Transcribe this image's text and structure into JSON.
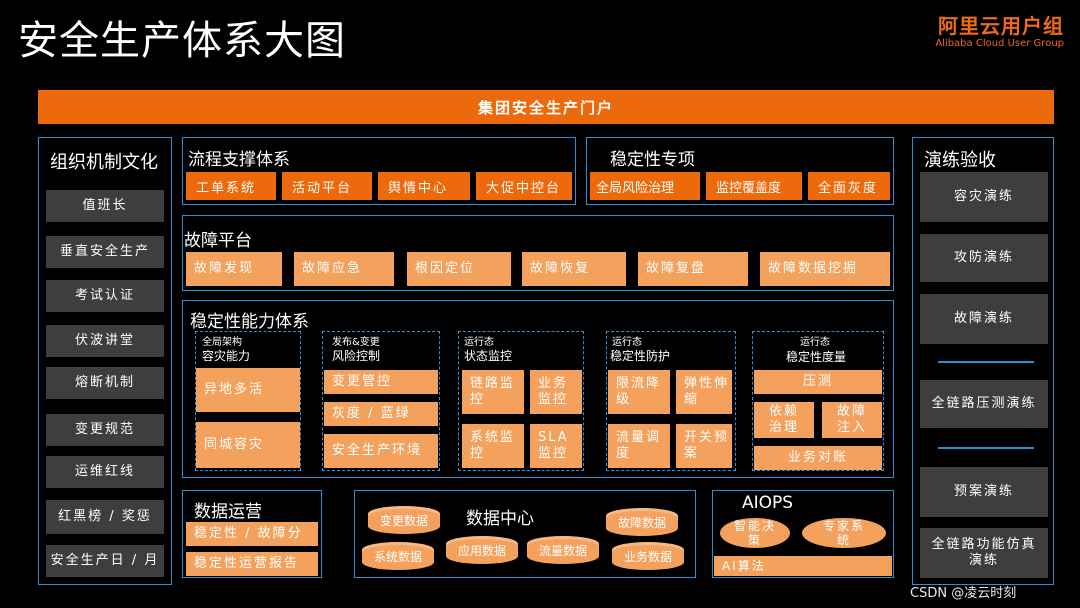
{
  "header": {
    "title": "安全生产体系大图",
    "logo_cn": "阿里云用户组",
    "logo_en": "Alibaba Cloud User Group"
  },
  "portal": "集团安全生产门户",
  "left_panel": {
    "title": "组织机制文化",
    "items": [
      "值班长",
      "垂直安全生产",
      "考试认证",
      "伏波讲堂",
      "熔断机制",
      "变更规范",
      "运维红线",
      "红黑榜 / 奖惩",
      "安全生产日 / 月"
    ]
  },
  "process": {
    "title": "流程支撑体系",
    "items": [
      "工单系统",
      "活动平台",
      "舆情中心",
      "大促中控台"
    ]
  },
  "stability_special": {
    "title": "稳定性专项",
    "items": [
      "全局风险治理",
      "监控覆盖度",
      "全面灰度"
    ]
  },
  "fault_platform": {
    "title": "故障平台",
    "items": [
      "故障发现",
      "故障应急",
      "根因定位",
      "故障恢复",
      "故障复盘",
      "故障数据挖掘"
    ]
  },
  "capability": {
    "title": "稳定性能力体系",
    "groups": [
      {
        "small": "全局架构",
        "title": "容灾能力",
        "items": [
          "异地多活",
          "同城容灾"
        ]
      },
      {
        "small": "发布&变更",
        "title": "风险控制",
        "items": [
          "变更管控",
          "灰度 / 蓝绿",
          "安全生产环境"
        ]
      },
      {
        "small": "运行态",
        "title": "状态监控",
        "items": [
          "链路监控",
          "业务监控",
          "系统监控",
          "SLA监控"
        ]
      },
      {
        "small": "运行态",
        "title": "稳定性防护",
        "items": [
          "限流降级",
          "弹性伸缩",
          "流量调度",
          "开关预案"
        ]
      },
      {
        "small": "运行态",
        "title": "稳定性度量",
        "items": [
          "压测",
          "依赖治理",
          "故障注入",
          "业务对账"
        ]
      }
    ]
  },
  "data_ops": {
    "title": "数据运营",
    "items": [
      "稳定性 / 故障分",
      "稳定性运营报告"
    ]
  },
  "data_center": {
    "title": "数据中心",
    "items": [
      "变更数据",
      "系统数据",
      "应用数据",
      "流量数据",
      "故障数据",
      "业务数据"
    ]
  },
  "aiops": {
    "title": "AIOPS",
    "items": [
      "智能决策",
      "专家系统"
    ],
    "bar": "AI算法"
  },
  "right_panel": {
    "title": "演练验收",
    "items": [
      "容灾演练",
      "攻防演练",
      "故障演练",
      "全链路压测演练",
      "预案演练",
      "全链路功能仿真演练"
    ]
  },
  "watermark": "CSDN @凌云时刻",
  "colors": {
    "orange": "#ed6a0c",
    "light_orange": "#f3a15d",
    "blue": "#2f8ed1",
    "gray": "#3e3e3e"
  }
}
